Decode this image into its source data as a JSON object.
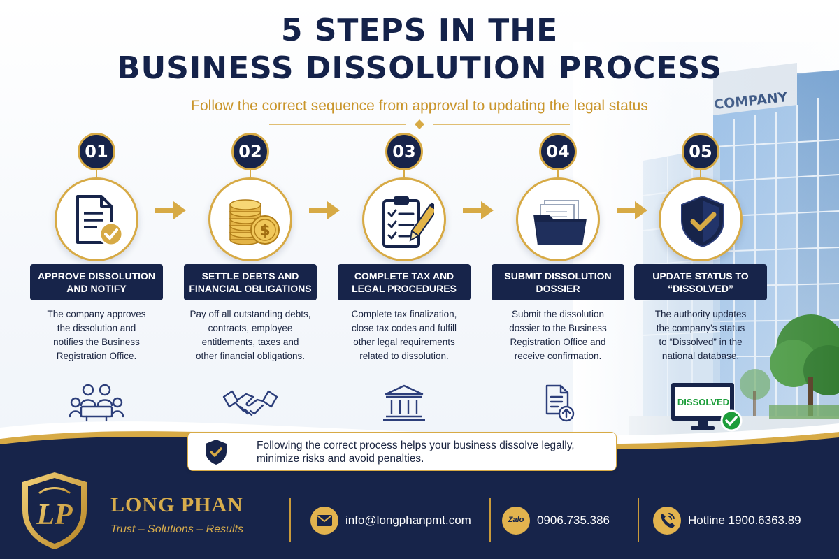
{
  "header": {
    "title_line1": "5 STEPS IN THE",
    "title_line2": "BUSINESS DISSOLUTION PROCESS",
    "subtitle": "Follow the correct sequence from approval to updating the legal status"
  },
  "building": {
    "sign": "COMPANY"
  },
  "steps": [
    {
      "number": "01",
      "label_line1": "APPROVE DISSOLUTION",
      "label_line2": "AND NOTIFY",
      "desc": [
        "The company approves",
        "the dissolution and",
        "notifies the Business",
        "Registration Office."
      ],
      "main_icon": "document-check-icon",
      "bottom_icon": "meeting-icon"
    },
    {
      "number": "02",
      "label_line1": "SETTLE DEBTS AND",
      "label_line2": "FINANCIAL OBLIGATIONS",
      "desc": [
        "Pay off all outstanding debts,",
        "contracts, employee",
        "entitlements, taxes and",
        "other financial obligations."
      ],
      "main_icon": "coins-icon",
      "bottom_icon": "handshake-icon"
    },
    {
      "number": "03",
      "label_line1": "COMPLETE TAX AND",
      "label_line2": "LEGAL PROCEDURES",
      "desc": [
        "Complete tax finalization,",
        "close tax codes and fulfill",
        "other legal requirements",
        "related to dissolution."
      ],
      "main_icon": "clipboard-checklist-icon",
      "bottom_icon": "government-building-icon"
    },
    {
      "number": "04",
      "label_line1": "SUBMIT DISSOLUTION",
      "label_line2": "DOSSIER",
      "desc": [
        "Submit the dissolution",
        "dossier to the Business",
        "Registration Office and",
        "receive confirmation."
      ],
      "main_icon": "folder-icon",
      "bottom_icon": "document-upload-icon"
    },
    {
      "number": "05",
      "label_line1": "UPDATE STATUS TO",
      "label_line2": "“DISSOLVED”",
      "desc": [
        "The authority updates",
        "the company’s status",
        "to “Dissolved” in the",
        "national database."
      ],
      "main_icon": "shield-check-icon",
      "bottom_icon": "monitor-icon"
    }
  ],
  "status_screen": "DISSOLVED",
  "note": {
    "line1": "Following the correct process helps your business dissolve legally,",
    "line2": "minimize risks and avoid penalties."
  },
  "footer": {
    "brand_name": "LONG PHAN",
    "tagline": "Trust – Solutions – Results",
    "email": "info@longphanpmt.com",
    "zalo_badge": "Zalo",
    "zalo_number": "0906.735.386",
    "hotline": "Hotline 1900.6363.89"
  },
  "colors": {
    "navy": "#17244a",
    "gold": "#d7aa45",
    "green": "#1d9d3a"
  }
}
